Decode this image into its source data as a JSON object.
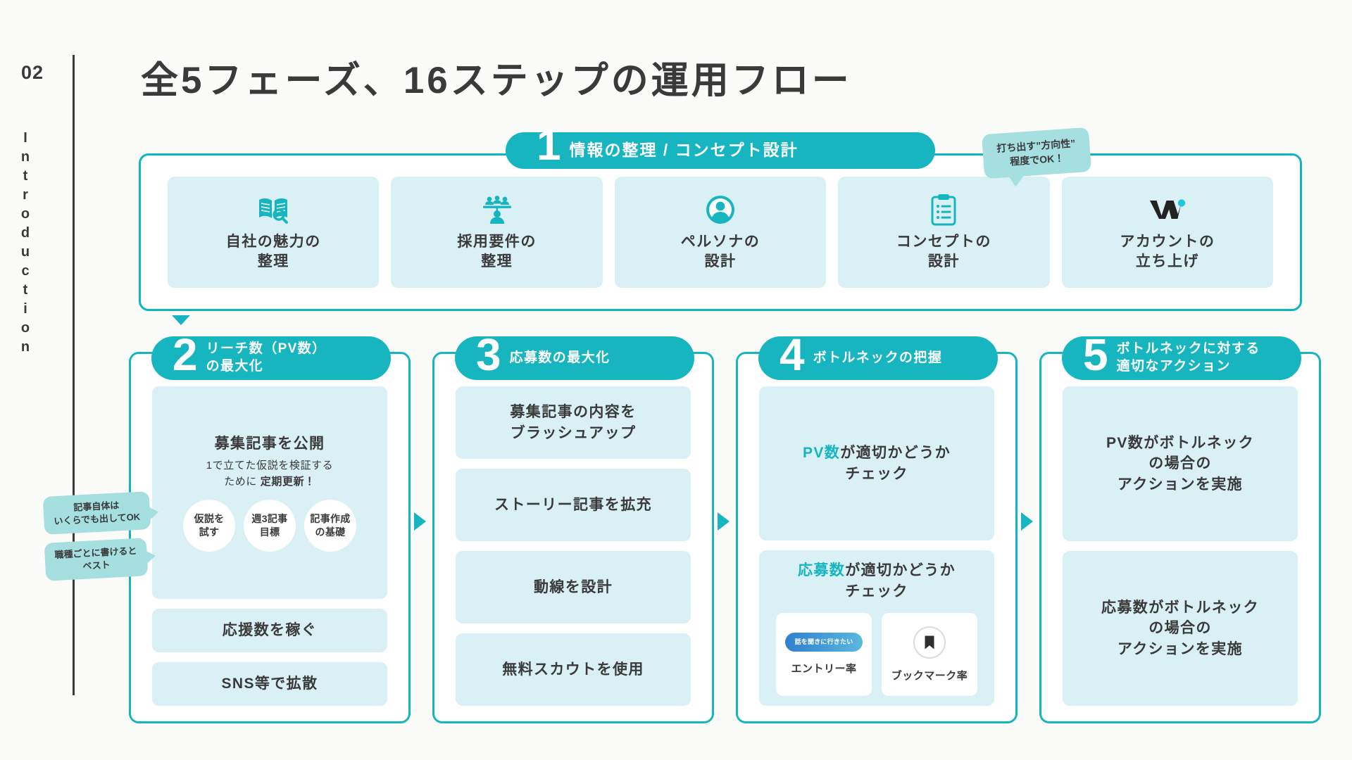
{
  "rail": {
    "page_number": "02",
    "section_label": "Introduction"
  },
  "title": "全5フェーズ、16ステップの運用フロー",
  "colors": {
    "accent_teal": "#17b5c0",
    "card_bg": "#d9f0f5",
    "bubble_bg": "#a5dfe0",
    "text_dark": "#3a3a3a",
    "page_bg": "#fbfbfa"
  },
  "phase1": {
    "number": "1",
    "label": "情報の整理 / コンセプト設計",
    "cards": [
      {
        "icon": "book-search-icon",
        "label": "自社の魅力の\n整理"
      },
      {
        "icon": "team-people-icon",
        "label": "採用要件の\n整理"
      },
      {
        "icon": "persona-avatar-icon",
        "label": "ペルソナの\n設計"
      },
      {
        "icon": "clipboard-list-icon",
        "label": "コンセプトの\n設計"
      },
      {
        "icon": "wantedly-w-logo-icon",
        "label": "アカウントの\n立ち上げ"
      }
    ]
  },
  "bubbles": {
    "top_right": "打ち出す”方向性”\n程度でOK！",
    "left_1": "記事自体は\nいくらでも出してOK",
    "left_2": "職種ごとに書けると\nベスト"
  },
  "phase2": {
    "number": "2",
    "label": "リーチ数（PV数）\nの最大化",
    "items": [
      {
        "title": "募集記事を公開",
        "subtitle_plain_1": "1で立てた仮説を検証する\nために ",
        "subtitle_bold": "定期更新！",
        "circles": [
          "仮説を\n試す",
          "週3記事\n目標",
          "記事作成\nの基礎"
        ]
      },
      {
        "title": "応援数を稼ぐ"
      },
      {
        "title": "SNS等で拡散"
      }
    ]
  },
  "phase3": {
    "number": "3",
    "label": "応募数の最大化",
    "items": [
      {
        "title": "募集記事の内容を\nブラッシュアップ"
      },
      {
        "title": "ストーリー記事を拡充"
      },
      {
        "title": "動線を設計"
      },
      {
        "title": "無料スカウトを使用"
      }
    ]
  },
  "phase4": {
    "number": "4",
    "label": "ボトルネックの把握",
    "items": [
      {
        "highlight": "PV数",
        "rest": "が適切かどうか\nチェック"
      },
      {
        "highlight": "応募数",
        "rest": "が適切かどうか\nチェック"
      }
    ],
    "widgets": [
      {
        "icon": "entry-pill-button-icon",
        "pill_text": "話を聞きに行きたい",
        "label": "エントリー率"
      },
      {
        "icon": "bookmark-icon",
        "label": "ブックマーク率"
      }
    ]
  },
  "phase5": {
    "number": "5",
    "label": "ボトルネックに対する\n適切なアクション",
    "items": [
      {
        "title": "PV数がボトルネック\nの場合の\nアクションを実施"
      },
      {
        "title": "応募数がボトルネック\nの場合の\nアクションを実施"
      }
    ]
  }
}
